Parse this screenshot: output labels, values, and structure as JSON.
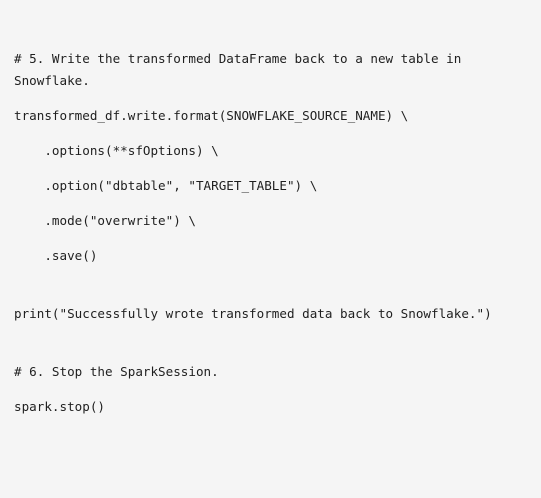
{
  "code": {
    "comment_write": "# 5. Write the transformed DataFrame back to a new table in Snowflake.",
    "line_write": "transformed_df.write.format(SNOWFLAKE_SOURCE_NAME) \\",
    "line_options": "    .options(**sfOptions) \\",
    "line_option_dbtable": "    .option(\"dbtable\", \"TARGET_TABLE\") \\",
    "line_mode": "    .mode(\"overwrite\") \\",
    "line_save": "    .save()",
    "line_print": "print(\"Successfully wrote transformed data back to Snowflake.\")",
    "comment_stop": "# 6. Stop the SparkSession.",
    "line_stop": "spark.stop()"
  }
}
